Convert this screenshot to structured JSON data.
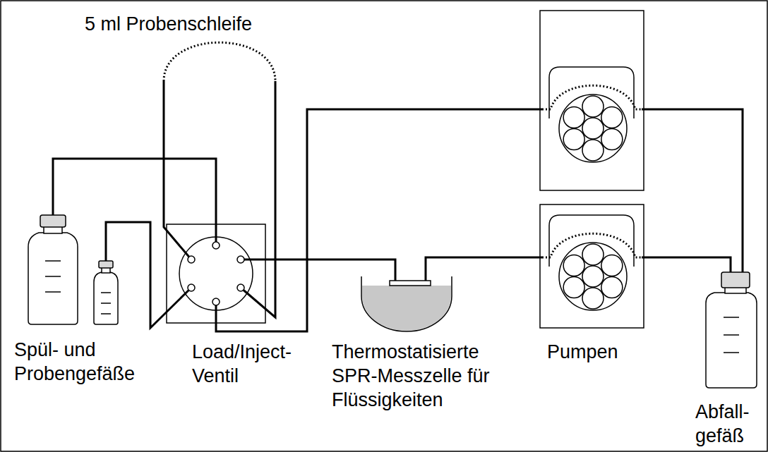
{
  "diagram": {
    "nodes": [
      {
        "text": [
          "Spül- und Probengefäße"
        ]
      },
      {
        "text": [
          "Load/Inject- Ventil"
        ]
      },
      {
        "text": [
          "Thermostatisierte SPR-Messzelle für Flüssigkeiten"
        ]
      },
      {
        "text": [
          "Pumpen"
        ]
      },
      {
        "text": [
          "Abfall- gefäß"
        ]
      }
    ],
    "edges": [
      {
        "from": 0,
        "to": 1,
        "arrow": "none"
      },
      {
        "from": 0,
        "to": 1,
        "arrow": "none"
      },
      {
        "from": 1,
        "to": 2,
        "arrow": "none"
      },
      {
        "from": 2,
        "to": 3,
        "arrow": "none"
      },
      {
        "from": 1,
        "to": 3,
        "arrow": "none"
      },
      {
        "from": 3,
        "to": 4,
        "arrow": "none"
      },
      {
        "from": 3,
        "to": 4,
        "arrow": "none"
      }
    ],
    "labels": [
      "5 ml Probenschleife"
    ]
  }
}
